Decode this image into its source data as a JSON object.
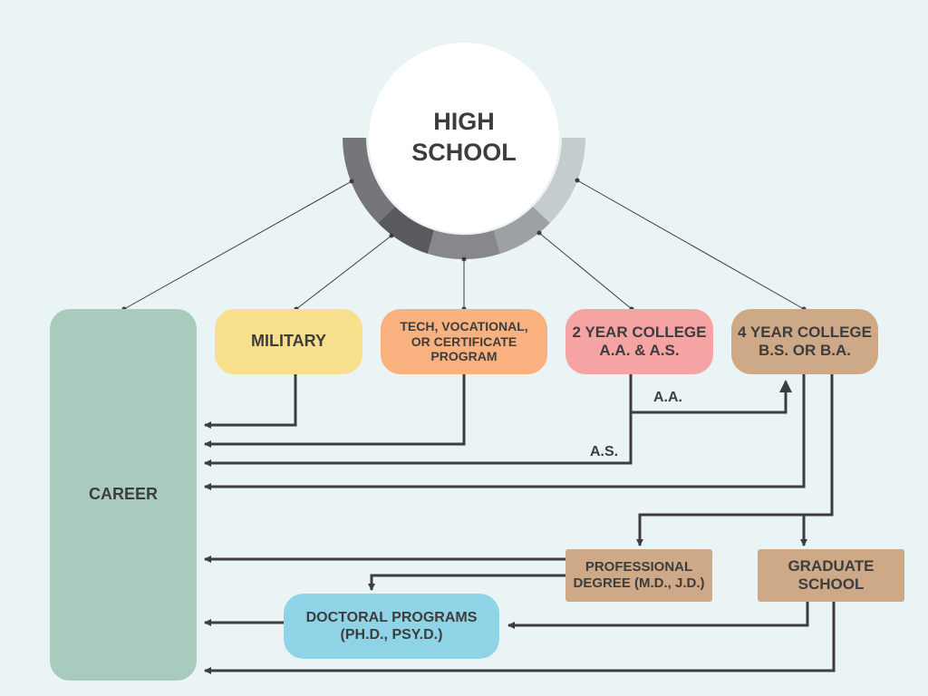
{
  "top_node": {
    "label": "HIGH\nSCHOOL"
  },
  "nodes": {
    "career": "CAREER",
    "military": "MILITARY",
    "tech": "TECH, VOCATIONAL,\nOR CERTIFICATE\nPROGRAM",
    "two_year": "2 YEAR COLLEGE\nA.A. & A.S.",
    "four_year": "4 YEAR COLLEGE\nB.S. OR B.A.",
    "professional": "PROFESSIONAL\nDEGREE (M.D., J.D.)",
    "graduate": "GRADUATE\nSCHOOL",
    "doctoral": "DOCTORAL PROGRAMS\n(PH.D., PSY.D.)"
  },
  "edge_labels": {
    "aa": "A.A.",
    "as": "A.S."
  },
  "colors": {
    "background": "#eaf4f4",
    "career": "#a8cbbd",
    "military": "#f7df8c",
    "tech": "#f9b27f",
    "two_year": "#f6a3a4",
    "four_year": "#cda987",
    "doctoral": "#8fd4e6",
    "arrow": "#3d3d3d"
  }
}
